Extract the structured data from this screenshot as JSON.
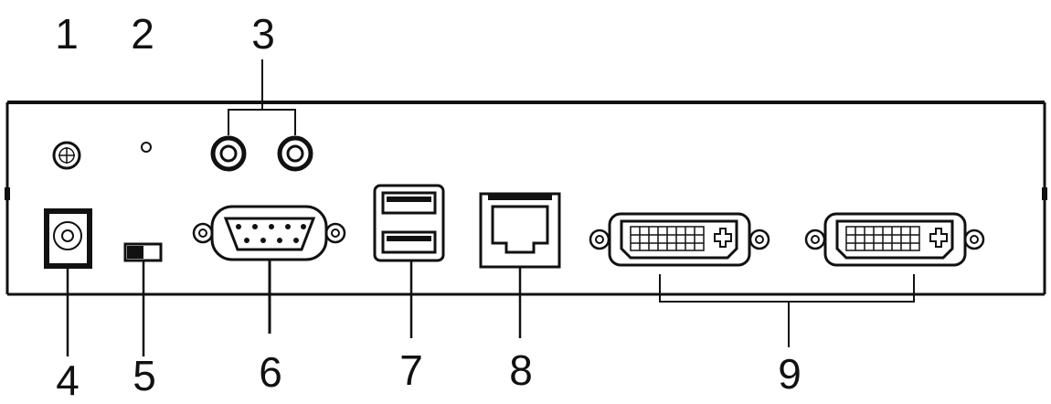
{
  "callouts": {
    "c1": "1",
    "c2": "2",
    "c3": "3",
    "c4": "4",
    "c5": "5",
    "c6": "6",
    "c7": "7",
    "c8": "8",
    "c9": "9"
  },
  "colors": {
    "ink": "#111111",
    "panel": "#ffffff"
  }
}
